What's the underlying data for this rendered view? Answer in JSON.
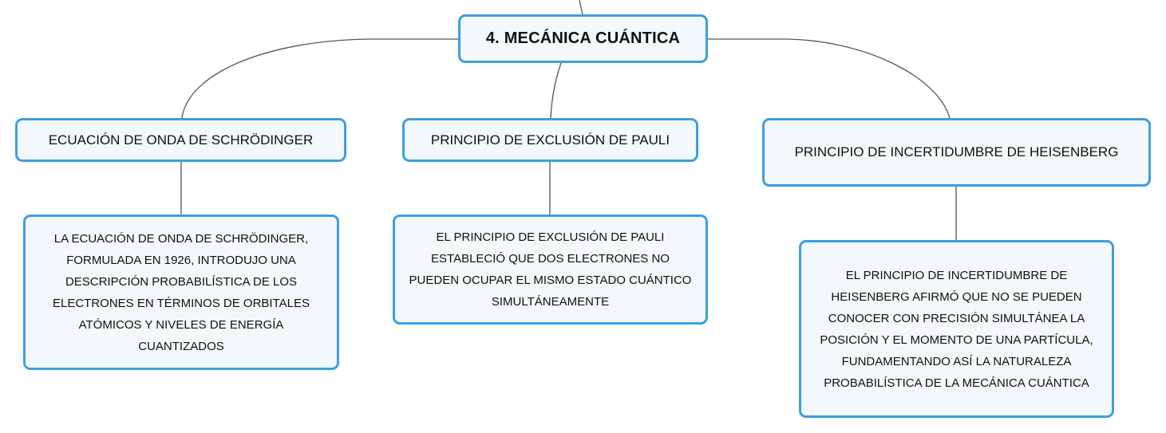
{
  "map": {
    "root": "4. MECÁNICA CUÁNTICA",
    "branches": [
      {
        "title": "ECUACIÓN DE ONDA DE SCHRÖDINGER",
        "detail": "LA ECUACIÓN DE ONDA DE SCHRÖDINGER, FORMULADA EN 1926, INTRODUJO UNA DESCRIPCIÓN PROBABILÍSTICA DE LOS ELECTRONES EN TÉRMINOS DE ORBITALES ATÓMICOS Y NIVELES DE ENERGÍA CUANTIZADOS"
      },
      {
        "title": "PRINCIPIO DE EXCLUSIÓN DE PAULI",
        "detail": "EL PRINCIPIO DE EXCLUSIÓN DE PAULI ESTABLECIÓ QUE DOS ELECTRONES NO PUEDEN OCUPAR EL MISMO ESTADO CUÁNTICO SIMULTÁNEAMENTE"
      },
      {
        "title": "PRINCIPIO DE INCERTIDUMBRE DE HEISENBERG",
        "detail": "EL PRINCIPIO DE INCERTIDUMBRE DE HEISENBERG AFIRMÓ QUE NO SE PUEDEN CONOCER CON PRECISIÓN SIMULTÁNEA LA POSICIÓN Y EL MOMENTO DE UNA PARTÍCULA, FUNDAMENTANDO ASÍ LA NATURALEZA PROBABILÍSTICA DE LA MECÁNICA CUÁNTICA"
      }
    ]
  },
  "colors": {
    "node_border": "#3d9fe0",
    "node_fill": "#f2f8fd",
    "connector": "#555555",
    "text": "#111111"
  }
}
